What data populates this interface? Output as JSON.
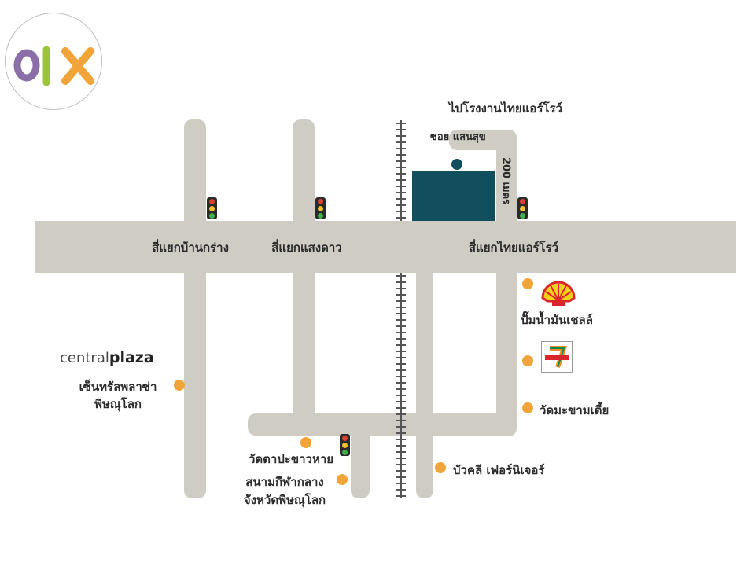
{
  "logo": {
    "text": "OLX",
    "colors": {
      "o": "#8a6fa8",
      "l": "#9bc43a",
      "x": "#f0a43a"
    }
  },
  "colors": {
    "road": "#cfcdc3",
    "marker": "#f0a43a",
    "building": "#114e5e",
    "text": "#2b2b2b"
  },
  "roads": {
    "main": {
      "intersections": [
        "สี่แยกบ้านกร่าง",
        "สี่แยกแสงดาว",
        "สี่แยกไทยแอร์โรว์"
      ]
    },
    "soi": {
      "label": "ซอย แสนสุข"
    },
    "to_factory": {
      "label": "ไปโรงงานไทยแอร์โรว์"
    },
    "distance": {
      "label": "200 เมตร"
    }
  },
  "landmarks": {
    "central_plaza": {
      "brand_prefix": "central",
      "brand_suffix": "plaza",
      "label_line1": "เซ็นทรัลพลาซ่า",
      "label_line2": "พิษณุโลก"
    },
    "shell": {
      "label": "ปั๊มน้ำมันเชลล์"
    },
    "seven_eleven": {
      "label": "7-ELEVEN"
    },
    "wat_makham": {
      "label": "วัดมะขามเตี้ย"
    },
    "wat_tapha": {
      "label": "วัดตาปะขาวหาย"
    },
    "stadium": {
      "label_line1": "สนามกีฬากลาง",
      "label_line2": "จังหวัดพิษณุโลก"
    },
    "furniture": {
      "label": "บัวคลี เฟอร์นิเจอร์"
    }
  }
}
